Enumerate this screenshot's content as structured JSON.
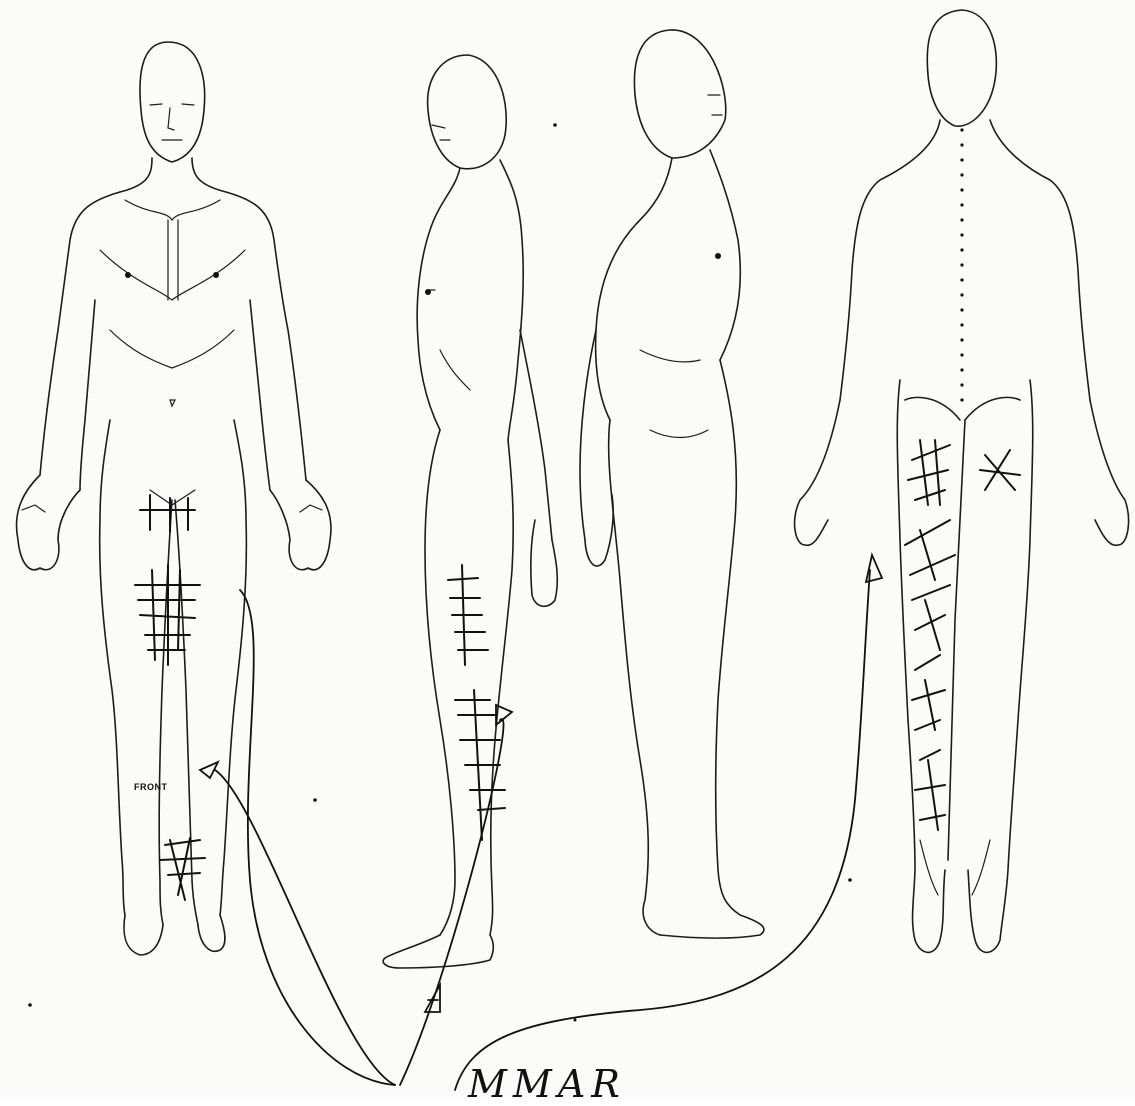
{
  "figure": {
    "views": [
      {
        "id": "front",
        "label": "FRONT"
      },
      {
        "id": "left-side"
      },
      {
        "id": "right-side"
      },
      {
        "id": "back"
      }
    ],
    "handwritten_text": "MMAR",
    "markings": {
      "front": [
        "groin-crosshatch",
        "thigh-crosshatch",
        "ankle-crosshatch",
        "foot-arrowhead"
      ],
      "left-side": [
        "leg-crosshatch",
        "calf-arrowhead",
        "foot-arrowhead"
      ],
      "back": [
        "buttock-crosshatch",
        "leg-crosshatch",
        "spine-dotted-line",
        "thigh-arrowhead"
      ]
    }
  }
}
